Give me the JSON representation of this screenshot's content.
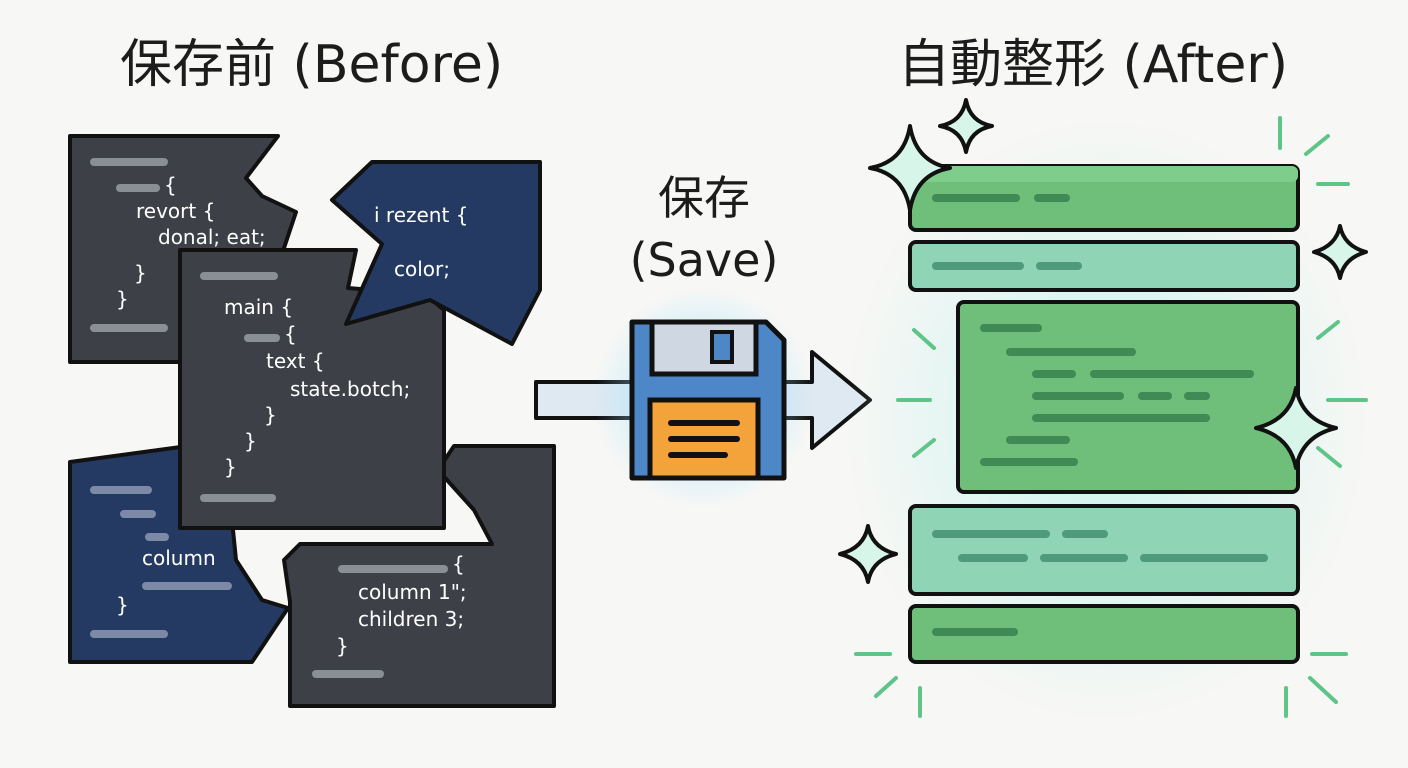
{
  "titles": {
    "before": "保存前 (Before)",
    "after": "自動整形 (After)"
  },
  "save": {
    "label_jp": "保存",
    "label_en": "(Save)",
    "icon": "floppy-disk-icon"
  },
  "before_fragments": {
    "top_left": [
      "{",
      "revort {",
      "donal; eat;",
      "}",
      "}"
    ],
    "top_right": [
      "i rezent {",
      "color;"
    ],
    "center": [
      "main {",
      "{",
      "text  {",
      "state.botch;",
      "}",
      "}",
      "}"
    ],
    "bottom_left": [
      "column",
      "}"
    ],
    "bottom_right": [
      "{",
      "column 1\";",
      "children 3;",
      "}"
    ]
  },
  "colors": {
    "dark_panel": "#3d4147",
    "navy_panel": "#243a63",
    "green_dark": "#6fbf7a",
    "green_light": "#8fd4b4",
    "floppy_blue": "#4d87c7",
    "floppy_orange": "#f4a23a",
    "sparkle": "#d8f5ea"
  }
}
